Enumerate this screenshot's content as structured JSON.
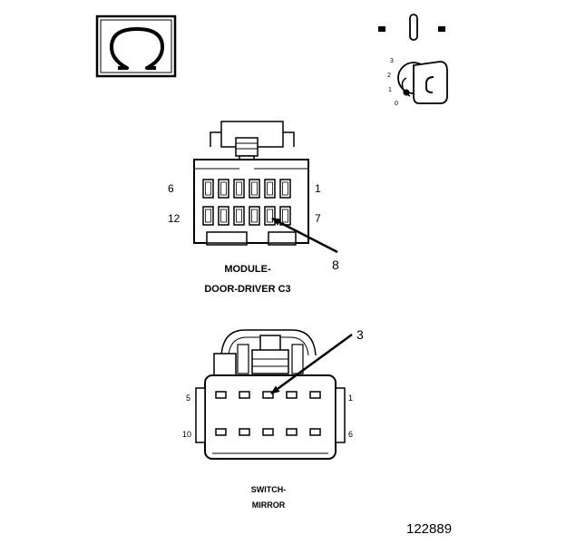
{
  "symbol": {
    "icon": "ohm-symbol-icon",
    "glyph": "Ω"
  },
  "ignition": {
    "positions": [
      "3",
      "2",
      "1",
      "0"
    ],
    "icon": "ignition-key-icon"
  },
  "connector_c3": {
    "label_line1": "MODULE-",
    "label_line2": "DOOR-DRIVER C3",
    "pin_top_left": "6",
    "pin_top_right": "1",
    "pin_bottom_left": "12",
    "pin_bottom_right": "7",
    "callout": "8"
  },
  "connector_mirror": {
    "label_line1": "SWITCH-",
    "label_line2": "MIRROR",
    "pin_top_left": "5",
    "pin_top_right": "1",
    "pin_bottom_left": "10",
    "pin_bottom_right": "6",
    "callout": "3"
  },
  "figure_number": "122889"
}
